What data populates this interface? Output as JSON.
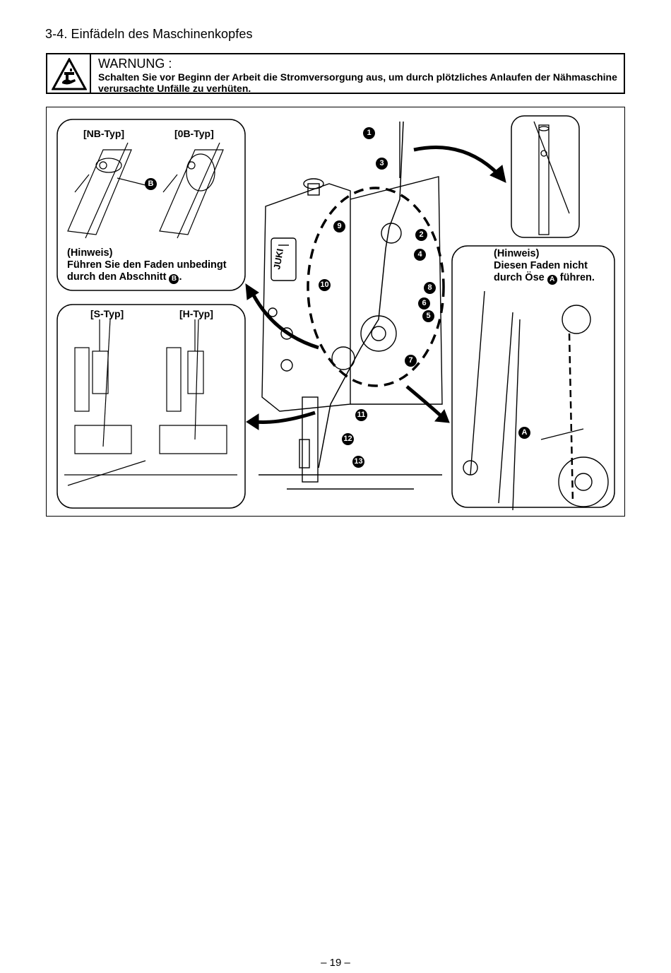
{
  "section": {
    "title": "3-4. Einfädeln des Maschinenkopfes"
  },
  "warning": {
    "heading": "WARNUNG :",
    "text": "Schalten Sie vor Beginn der Arbeit die Stromversorgung aus, um durch plötzliches Anlaufen der Nähmaschine verursachte Unfälle zu verhüten.",
    "icon": "hand-crush-warning-icon"
  },
  "figure": {
    "type_labels": {
      "nb": "[NB-Typ]",
      "ob": "[0B-Typ]",
      "s": "[S-Typ]",
      "h": "[H-Typ]"
    },
    "brand_text": "JUKI",
    "note_left": {
      "title": "(Hinweis)",
      "line1": "Führen Sie den Faden unbedingt",
      "line2_before": "durch den Abschnitt",
      "marker": "B",
      "line2_after": "."
    },
    "note_right": {
      "title": "(Hinweis)",
      "line1": "Diesen Faden nicht",
      "line2_before": "durch Öse",
      "marker": "A",
      "line2_after": "führen."
    },
    "markers": {
      "a": "A",
      "b": "B"
    },
    "step_numbers": [
      "1",
      "2",
      "3",
      "4",
      "5",
      "6",
      "7",
      "8",
      "9",
      "10",
      "11",
      "12",
      "13"
    ]
  },
  "footer": {
    "page_number": "– 19 –"
  }
}
